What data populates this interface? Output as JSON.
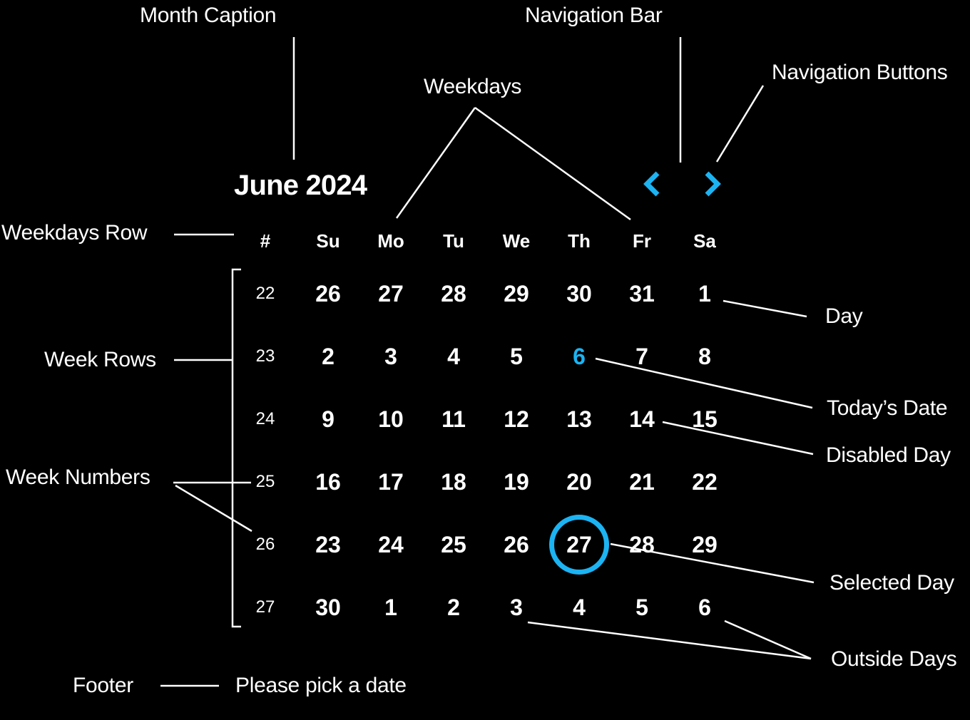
{
  "colors": {
    "background": "#000000",
    "text": "#ffffff",
    "accent": "#1cb3f2"
  },
  "annotations": {
    "month_caption": "Month Caption",
    "navigation_bar": "Navigation Bar",
    "navigation_buttons": "Navigation Buttons",
    "weekdays": "Weekdays",
    "weekdays_row": "Weekdays Row",
    "week_rows": "Week Rows",
    "week_numbers": "Week Numbers",
    "day": "Day",
    "todays_date": "Today’s Date",
    "disabled_day": "Disabled Day",
    "selected_day": "Selected Day",
    "outside_days": "Outside Days",
    "footer": "Footer"
  },
  "calendar": {
    "caption": "June 2024",
    "nav_icons": {
      "prev": "chevron-left",
      "next": "chevron-right"
    },
    "weekday_headers": [
      "#",
      "Su",
      "Mo",
      "Tu",
      "We",
      "Th",
      "Fr",
      "Sa"
    ],
    "weeks": [
      {
        "week_number": "22",
        "days": [
          "26",
          "27",
          "28",
          "29",
          "30",
          "31",
          "1"
        ]
      },
      {
        "week_number": "23",
        "days": [
          "2",
          "3",
          "4",
          "5",
          "6",
          "7",
          "8"
        ]
      },
      {
        "week_number": "24",
        "days": [
          "9",
          "10",
          "11",
          "12",
          "13",
          "14",
          "15"
        ]
      },
      {
        "week_number": "25",
        "days": [
          "16",
          "17",
          "18",
          "19",
          "20",
          "21",
          "22"
        ]
      },
      {
        "week_number": "26",
        "days": [
          "23",
          "24",
          "25",
          "26",
          "27",
          "28",
          "29"
        ]
      },
      {
        "week_number": "27",
        "days": [
          "30",
          "1",
          "2",
          "3",
          "4",
          "5",
          "6"
        ]
      }
    ],
    "states": {
      "today_value": "6",
      "today_cell": [
        1,
        4
      ],
      "selected_value": "27",
      "selected_cell": [
        4,
        4
      ],
      "disabled_value": "14",
      "disabled_cell": [
        2,
        5
      ],
      "outside_cells": [
        [
          0,
          0
        ],
        [
          0,
          1
        ],
        [
          0,
          2
        ],
        [
          0,
          3
        ],
        [
          0,
          4
        ],
        [
          0,
          5
        ],
        [
          5,
          1
        ],
        [
          5,
          2
        ],
        [
          5,
          3
        ],
        [
          5,
          4
        ],
        [
          5,
          5
        ],
        [
          5,
          6
        ]
      ]
    },
    "footer": "Please pick a date"
  }
}
